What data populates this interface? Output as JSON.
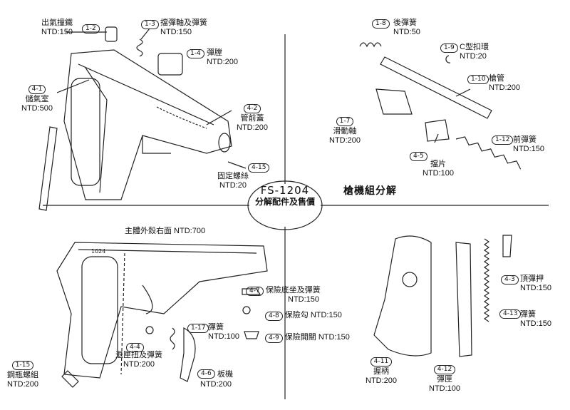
{
  "center": {
    "model": "FS-1204",
    "subtitle": "分解配件及售價"
  },
  "group_title": "槍機組分解",
  "main_title": "主體外殼右面 NTD:700",
  "parts": {
    "p1_2": {
      "code": "1-2",
      "name": "出氣撞鐵",
      "price": "NTD:150"
    },
    "p1_3": {
      "code": "1-3",
      "name": "擋彈軸及彈簧",
      "price": "NTD:150"
    },
    "p1_4": {
      "code": "1-4",
      "name": "彈膛",
      "price": "NTD:200"
    },
    "p4_1": {
      "code": "4-1",
      "name": "儲氣室",
      "price": "NTD:500"
    },
    "p4_2": {
      "code": "4-2",
      "name": "管前蓋",
      "price": "NTD:200"
    },
    "p4_15": {
      "code": "4-15",
      "name": "固定螺絲",
      "price": "NTD:20"
    },
    "p1_8": {
      "code": "1-8",
      "name": "後彈簧",
      "price": "NTD:50"
    },
    "p1_9": {
      "code": "1-9",
      "name": "C型扣環",
      "price": "NTD:20"
    },
    "p1_10": {
      "code": "1-10",
      "name": "槍管",
      "price": "NTD:200"
    },
    "p1_7": {
      "code": "1-7",
      "name": "滑動軸",
      "price": "NTD:200"
    },
    "p4_5": {
      "code": "4-5",
      "name": "擋片",
      "price": "NTD:100"
    },
    "p1_12": {
      "code": "1-12",
      "name": "前彈簧",
      "price": "NTD:150"
    },
    "p4_7": {
      "code": "4-7",
      "name": "保險底坐及彈簧",
      "price": "NTD:150"
    },
    "p4_8": {
      "code": "4-8",
      "name": "保險勾",
      "price": "NTD:150"
    },
    "p4_9": {
      "code": "4-9",
      "name": "保險開關",
      "price": "NTD:150"
    },
    "p1_17": {
      "code": "1-17",
      "name": "彈簧",
      "price": "NTD:100"
    },
    "p4_4": {
      "code": "4-4",
      "name": "退匣扭及彈簧",
      "price": "NTD:200"
    },
    "p4_6": {
      "code": "4-6",
      "name": "板機",
      "price": "NTD:200"
    },
    "p1_15": {
      "code": "1-15",
      "name": "鋼瓶螺組",
      "price": "NTD:200"
    },
    "p4_3": {
      "code": "4-3",
      "name": "頂彈押",
      "price": "NTD:150"
    },
    "p4_13": {
      "code": "4-13",
      "name": "彈簧",
      "price": "NTD:150"
    },
    "p4_11": {
      "code": "4-11",
      "name": "握柄",
      "price": "NTD:200"
    },
    "p4_12": {
      "code": "4-12",
      "name": "彈匣",
      "price": "NTD:100"
    }
  },
  "frame_mark": "1024"
}
